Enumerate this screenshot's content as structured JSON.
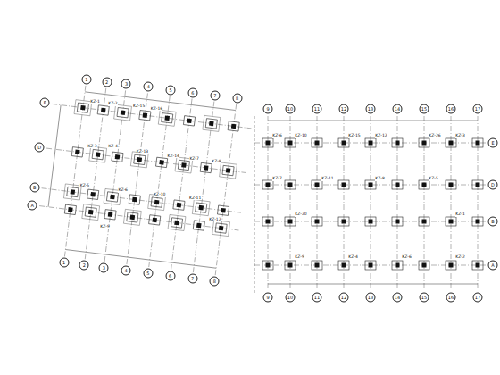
{
  "diagram": {
    "nodes": [
      {
        "text": [
          "1"
        ]
      },
      {
        "text": [
          "2"
        ]
      },
      {
        "text": [
          "3"
        ]
      },
      {
        "text": [
          "4"
        ]
      },
      {
        "text": [
          "5"
        ]
      },
      {
        "text": [
          "6"
        ]
      },
      {
        "text": [
          "7"
        ]
      },
      {
        "text": [
          "8"
        ]
      },
      {
        "text": [
          "1"
        ]
      },
      {
        "text": [
          "2"
        ]
      },
      {
        "text": [
          "3"
        ]
      },
      {
        "text": [
          "4"
        ]
      },
      {
        "text": [
          "5"
        ]
      },
      {
        "text": [
          "6"
        ]
      },
      {
        "text": [
          "7"
        ]
      },
      {
        "text": [
          "8"
        ]
      },
      {
        "text": [
          "E"
        ]
      },
      {
        "text": [
          "D"
        ]
      },
      {
        "text": [
          "B"
        ]
      },
      {
        "text": [
          "A"
        ]
      },
      {
        "text": [
          "9"
        ]
      },
      {
        "text": [
          "10"
        ]
      },
      {
        "text": [
          "11"
        ]
      },
      {
        "text": [
          "12"
        ]
      },
      {
        "text": [
          "13"
        ]
      },
      {
        "text": [
          "14"
        ]
      },
      {
        "text": [
          "15"
        ]
      },
      {
        "text": [
          "16"
        ]
      },
      {
        "text": [
          "17"
        ]
      },
      {
        "text": [
          "9"
        ]
      },
      {
        "text": [
          "10"
        ]
      },
      {
        "text": [
          "11"
        ]
      },
      {
        "text": [
          "12"
        ]
      },
      {
        "text": [
          "13"
        ]
      },
      {
        "text": [
          "14"
        ]
      },
      {
        "text": [
          "15"
        ]
      },
      {
        "text": [
          "16"
        ]
      },
      {
        "text": [
          "17"
        ]
      },
      {
        "text": [
          "E"
        ]
      },
      {
        "text": [
          "D"
        ]
      },
      {
        "text": [
          "B"
        ]
      },
      {
        "text": [
          "A"
        ]
      }
    ],
    "labels": [
      "KZ-1",
      "KZ-2",
      "KZ-15",
      "KZ-16",
      "KZ-3",
      "KZ-4",
      "KZ-13",
      "KZ-14",
      "KZ-7",
      "KZ-8",
      "KZ-5",
      "KZ-6",
      "KZ-10",
      "KZ-11",
      "KZ-12",
      "KZ-9",
      "KZ-6",
      "KZ-10",
      "KZ-15",
      "KZ-12",
      "KZ-26",
      "KZ-3",
      "KZ-7",
      "KZ-11",
      "KZ-8",
      "KZ-5",
      "KZ-1",
      "KZ-20",
      "KZ-9",
      "KZ-4",
      "KZ-6",
      "KZ-2"
    ]
  }
}
